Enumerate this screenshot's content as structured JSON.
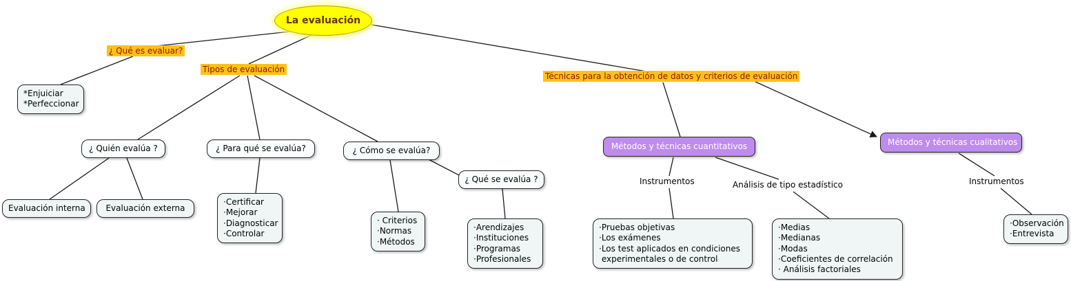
{
  "root": {
    "title": "La evaluación"
  },
  "linking_phrases": {
    "que_es": "¿ Qué es evaluar?",
    "tipos": "Tipos de evaluación",
    "tecnicas": "Técnicas para la obtención de datos y criterios de evaluación",
    "instrumentos_cuant": "Instrumentos",
    "analisis_estadistico": "Análisis de tipo estadístico",
    "instrumentos_cual": "Instrumentos"
  },
  "concepts": {
    "enjuiciar_perfeccionar": "*Enjuiciar\n*Perfeccionar",
    "quien_evalua": "¿ Quién evalúa ?",
    "para_que_se_evalua": "¿ Para qué se evalúa?",
    "como_se_evalua": "¿ Cómo se evalúa?",
    "que_se_evalua": "¿ Qué se evalúa ?",
    "evaluacion_interna": "Evaluación interna",
    "evaluacion_externa": "Evaluación externa",
    "certificar_lista": "·Certificar\n·Mejorar\n·Diagnosticar\n·Controlar",
    "criterios_lista": "· Criterios\n·Normas\n·Métodos",
    "aprendizajes_lista": "·Arendizajes\n·Instituciones\n·Programas\n·Profesionales",
    "metodos_cuantitativos": "Métodos y técnicas cuantitativos",
    "metodos_cualitativos": "Métodos y técnicas cualitativos",
    "pruebas_lista": "·Pruebas objetivas\n·Los exámenes\n·Los test aplicados en condiciones\n experimentales o de control",
    "estadistica_lista": "·Medias\n·Medianas\n·Modas\n·Coeficientes de correlación\n· Análisis factoriales",
    "observacion_lista": "·Observación\n·Entrevista"
  },
  "colors": {
    "root_fill": "#ffff00",
    "phrase_highlight": "#ffc115",
    "phrase_text": "#8e1600",
    "purple_fill": "#bd8cec",
    "concept_fill": "#f0f6f6",
    "line": "#1a1a1a"
  }
}
